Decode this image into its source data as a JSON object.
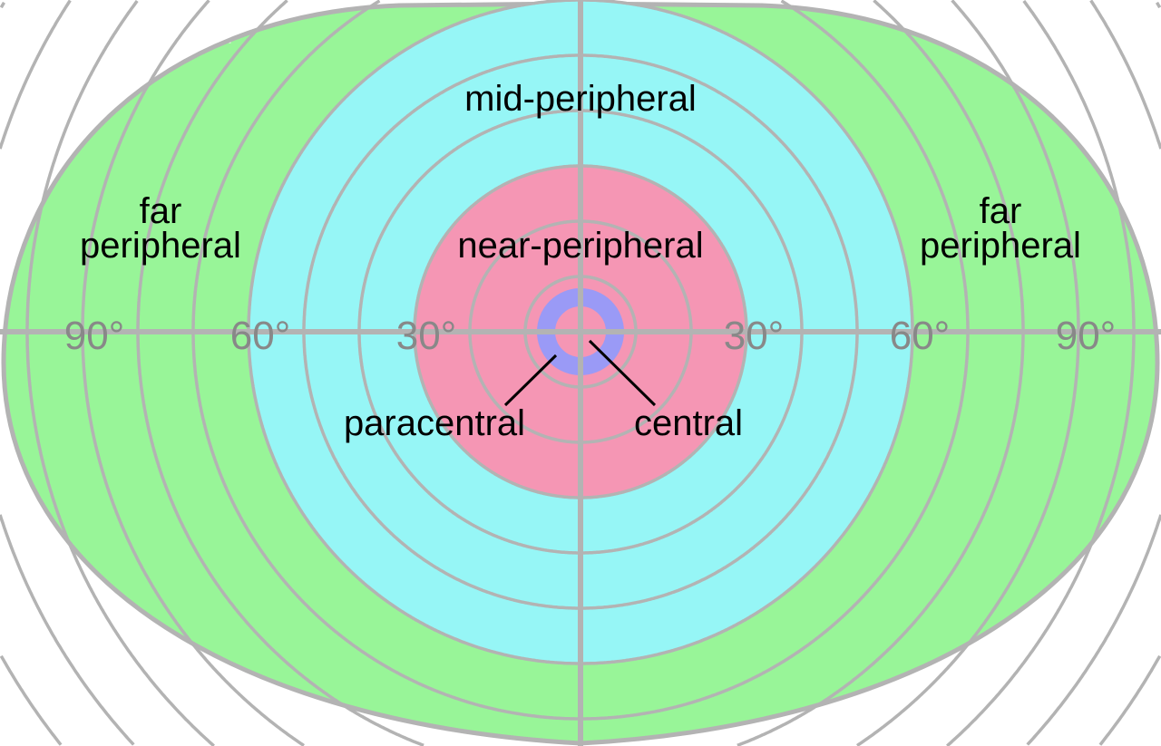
{
  "colors": {
    "far": "#98f598",
    "mid": "#96f6f6",
    "near": "#f596b4",
    "paracentral": "#9a9af6",
    "grid": "#b3b3b3",
    "degree_text": "#888888"
  },
  "labels": {
    "mid": "mid-peripheral",
    "near": "near-peripheral",
    "far_left_1": "far",
    "far_left_2": "peripheral",
    "far_right_1": "far",
    "far_right_2": "peripheral",
    "paracentral": "paracentral",
    "central": "central"
  },
  "degrees": {
    "left_90": "90°",
    "left_60": "60°",
    "left_30": "30°",
    "right_30": "30°",
    "right_60": "60°",
    "right_90": "90°"
  },
  "ring_step_degrees": 10
}
